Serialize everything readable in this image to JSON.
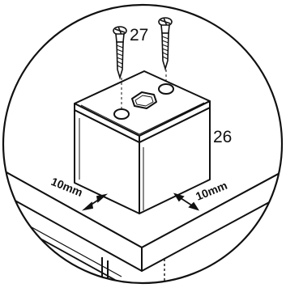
{
  "diagram": {
    "labels": {
      "screw_part": "27",
      "block_part": "26",
      "offset_left": "10mm",
      "offset_right": "10mm"
    },
    "colors": {
      "line": "#111111",
      "background": "#ffffff"
    }
  }
}
